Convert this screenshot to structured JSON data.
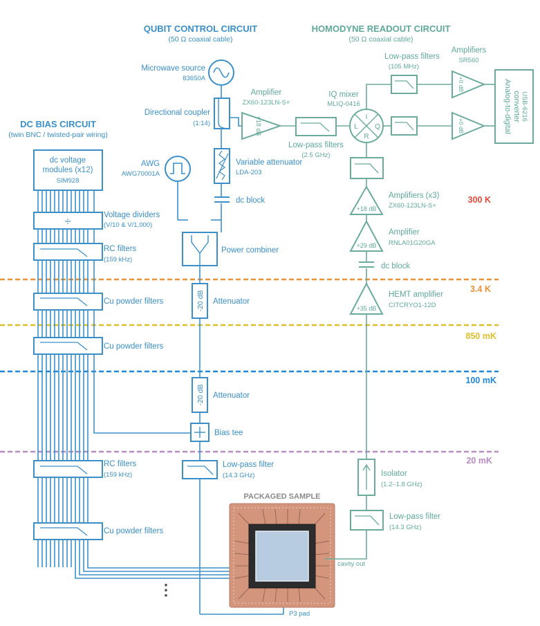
{
  "headers": {
    "qubit": "QUBIT CONTROL CIRCUIT",
    "qubit_sub": "(50 Ω coaxial cable)",
    "readout": "HOMODYNE READOUT CIRCUIT",
    "readout_sub": "(50 Ω coaxial cable)",
    "dc": "DC BIAS CIRCUIT",
    "dc_sub": "(twin BNC / twisted-pair wiring)",
    "sample": "PACKAGED SAMPLE"
  },
  "dc_bias": {
    "modules": "dc voltage",
    "modules2": "modules (x12)",
    "modules_model": "SIM928",
    "dividers": "Voltage dividers",
    "dividers_sub": "(V/10 & V/1,000)",
    "rc1": "RC filters",
    "rc1_sub": "(159 kHz)",
    "cu1": "Cu powder filters",
    "cu2": "Cu powder filters",
    "rc2": "RC filters",
    "rc2_sub": "(159 kHz)",
    "cu3": "Cu powder filters",
    "divide_symbol": "÷",
    "ellipsis": "⋮"
  },
  "qubit_control": {
    "mw_source": "Microwave source",
    "mw_model": "83650A",
    "coupler": "Directional coupler",
    "coupler_sub": "(1:14)",
    "awg": "AWG",
    "awg_model": "AWG70001A",
    "var_att": "Variable attenuator",
    "var_att_model": "LDA-203",
    "dc_block": "dc block",
    "combiner": "Power combiner",
    "att1": "Attenuator",
    "att1_value": "-20 dB",
    "att2": "Attenuator",
    "att2_value": "-20 dB",
    "bias_tee": "Bias tee",
    "lpf": "Low-pass filter",
    "lpf_sub": "(14.3 GHz)",
    "pad": "P3 pad"
  },
  "readout": {
    "amp": "Amplifier",
    "amp_model": "ZX60-123LN-S+",
    "amp_gain": "+18 dB",
    "lpf": "Low-pass filters",
    "lpf_sub": "(2.5 GHz)",
    "iq": "IQ mixer",
    "iq_model": "MLIQ-0416",
    "iq_l": "L",
    "iq_i": "I",
    "iq_q": "Q",
    "iq_r": "R",
    "lpf2": "Low-pass filters",
    "lpf2_sub": "(105 MHz)",
    "amps": "Amplifiers",
    "amps_model": "SR560",
    "amps_gain": "+0 dB",
    "adc1": "Analog-to-digital",
    "adc2": "converter",
    "adc_model": "USB-6216",
    "amps3": "Amplifiers (x3)",
    "amps3_model": "ZX60-123LN-S+",
    "amps3_gain": "+18 dB",
    "amp2": "Amplifier",
    "amp2_model": "RNLA01G20GA",
    "amp2_gain": "+29 dB",
    "dc_block": "dc block",
    "hemt": "HEMT amplifier",
    "hemt_model": "CITCRYO1-12D",
    "hemt_gain": "+35 dB",
    "isolator": "Isolator",
    "isolator_sub": "(1.2–1.8 GHz)",
    "lpf3": "Low-pass filter",
    "lpf3_sub": "(14.3 GHz)",
    "cavity_out": "cavity out"
  },
  "stages": [
    {
      "label": "300 K",
      "color": "#e04a3a"
    },
    {
      "label": "3.4 K",
      "color": "#e8923a"
    },
    {
      "label": "850 mK",
      "color": "#dcbf2a"
    },
    {
      "label": "100 mK",
      "color": "#1f86d8"
    },
    {
      "label": "20 mK",
      "color": "#b98bc6"
    }
  ],
  "colors": {
    "control": "#3a8fc9",
    "readout": "#5ea99a",
    "chip_copper": "#d3957b",
    "chip_center": "#b7cce0"
  }
}
